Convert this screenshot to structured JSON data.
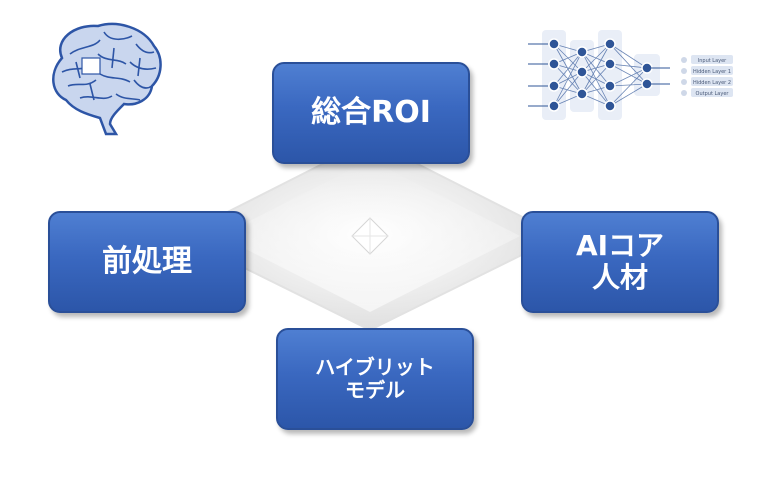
{
  "diagram": {
    "top_box": {
      "lines": [
        "総合ROI"
      ]
    },
    "left_box": {
      "lines": [
        "前処理"
      ]
    },
    "right_box": {
      "lines": [
        "AIコア",
        "人材"
      ]
    },
    "bottom_box": {
      "lines": [
        "ハイブリット",
        "モデル"
      ]
    }
  },
  "nn_legend": {
    "items": [
      "Input Layer",
      "Hidden Layer 1",
      "Hidden Layer 2",
      "Output Layer"
    ]
  },
  "colors": {
    "box_fill": "#3a68c0",
    "box_border": "#2a4f98",
    "box_text": "#ffffff",
    "brain_blue": "#2d55a6",
    "nn_node": "#2f5597"
  }
}
